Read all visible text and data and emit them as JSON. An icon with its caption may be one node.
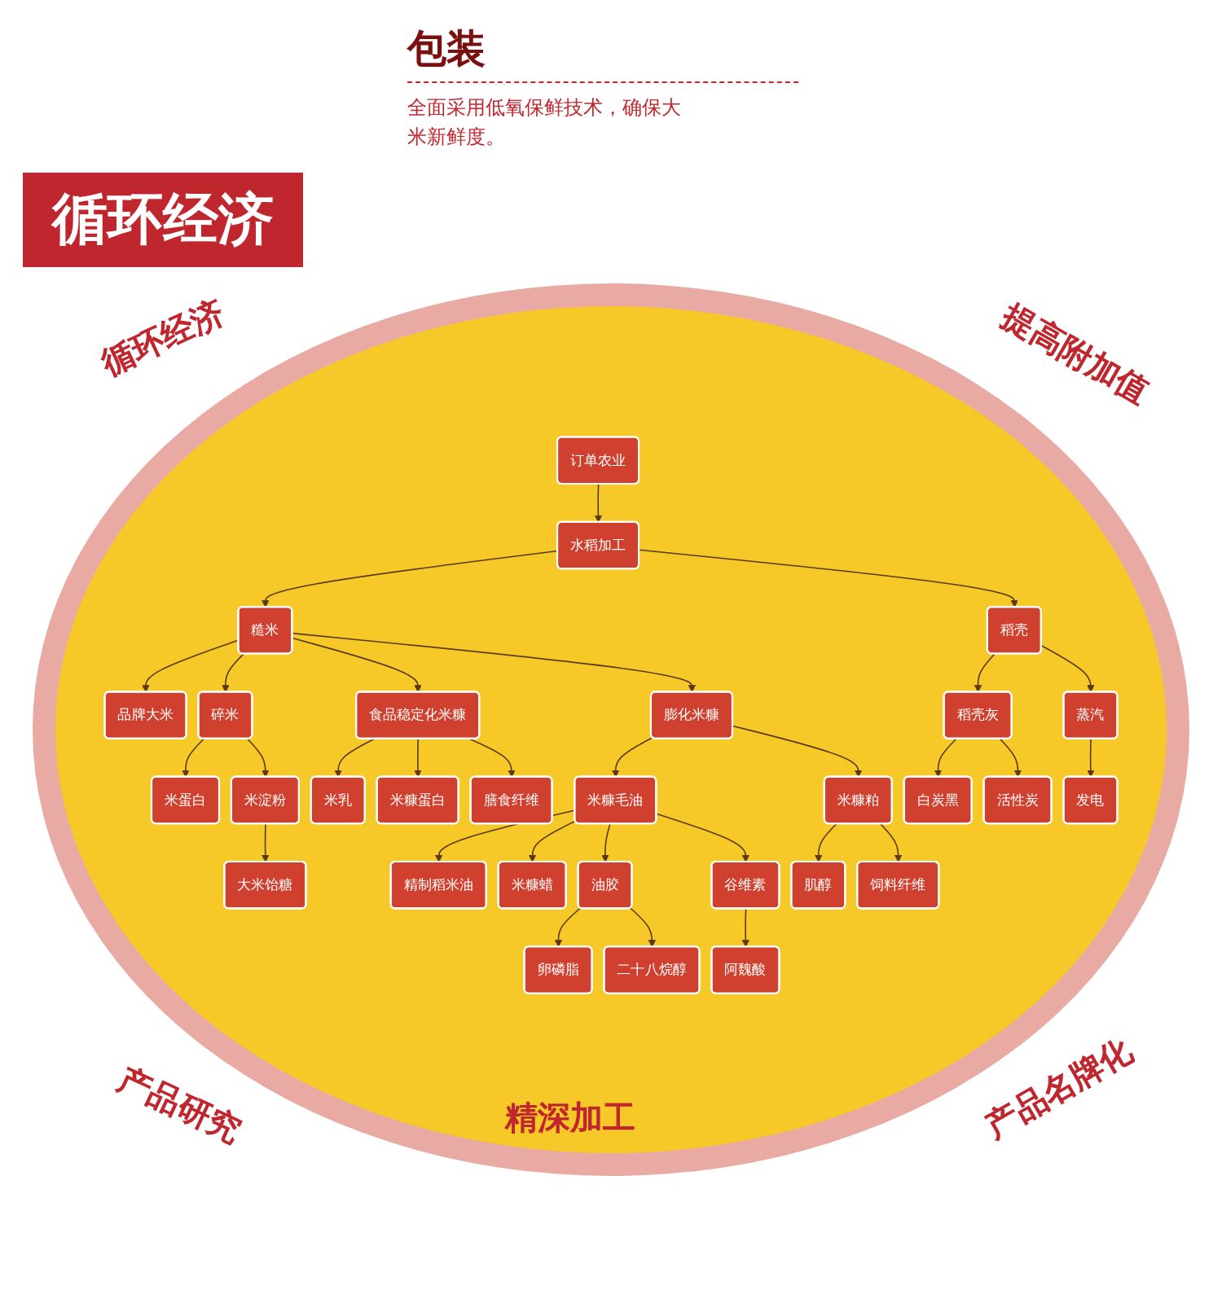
{
  "diagram": {
    "title": "循环经济",
    "nodes": [
      {
        "text": [
          "订单农业"
        ]
      },
      {
        "text": [
          "水稻加工"
        ]
      },
      {
        "text": [
          "糙米"
        ]
      },
      {
        "text": [
          "稻壳"
        ]
      },
      {
        "text": [
          "品牌大米"
        ]
      },
      {
        "text": [
          "碎米"
        ]
      },
      {
        "text": [
          "食品稳定化米糠"
        ]
      },
      {
        "text": [
          "膨化米糠"
        ]
      },
      {
        "text": [
          "稻壳灰"
        ]
      },
      {
        "text": [
          "蒸汽"
        ]
      },
      {
        "text": [
          "米蛋白"
        ]
      },
      {
        "text": [
          "米淀粉"
        ]
      },
      {
        "text": [
          "米乳"
        ]
      },
      {
        "text": [
          "米糠蛋白"
        ]
      },
      {
        "text": [
          "膳食纤维"
        ]
      },
      {
        "text": [
          "米糠毛油"
        ]
      },
      {
        "text": [
          "米糠粕"
        ]
      },
      {
        "text": [
          "白炭黑"
        ]
      },
      {
        "text": [
          "活性炭"
        ]
      },
      {
        "text": [
          "发电"
        ]
      },
      {
        "text": [
          "大米饴糖"
        ]
      },
      {
        "text": [
          "精制稻米油"
        ]
      },
      {
        "text": [
          "肌醇"
        ]
      },
      {
        "text": [
          "饲料纤维"
        ]
      },
      {
        "text": [
          "米糠蜡"
        ]
      },
      {
        "text": [
          "油胶"
        ]
      },
      {
        "text": [
          "谷维素"
        ]
      },
      {
        "text": [
          "卵磷脂"
        ]
      },
      {
        "text": [
          "二十八烷醇"
        ]
      },
      {
        "text": [
          "阿魏酸"
        ]
      }
    ],
    "edges": [
      {
        "from": 0,
        "to": 1,
        "arrow": "to"
      },
      {
        "from": 1,
        "to": 2,
        "arrow": "to"
      },
      {
        "from": 1,
        "to": 3,
        "arrow": "to"
      },
      {
        "from": 2,
        "to": 4,
        "arrow": "to"
      },
      {
        "from": 2,
        "to": 5,
        "arrow": "to"
      },
      {
        "from": 2,
        "to": 6,
        "arrow": "to"
      },
      {
        "from": 2,
        "to": 7,
        "arrow": "to"
      },
      {
        "from": 3,
        "to": 8,
        "arrow": "to"
      },
      {
        "from": 3,
        "to": 9,
        "arrow": "to"
      },
      {
        "from": 5,
        "to": 10,
        "arrow": "to"
      },
      {
        "from": 5,
        "to": 11,
        "arrow": "to"
      },
      {
        "from": 6,
        "to": 12,
        "arrow": "to"
      },
      {
        "from": 6,
        "to": 13,
        "arrow": "to"
      },
      {
        "from": 6,
        "to": 14,
        "arrow": "to"
      },
      {
        "from": 7,
        "to": 15,
        "arrow": "to"
      },
      {
        "from": 7,
        "to": 16,
        "arrow": "to"
      },
      {
        "from": 8,
        "to": 17,
        "arrow": "to"
      },
      {
        "from": 8,
        "to": 18,
        "arrow": "to"
      },
      {
        "from": 9,
        "to": 19,
        "arrow": "to"
      },
      {
        "from": 11,
        "to": 20,
        "arrow": "to"
      },
      {
        "from": 15,
        "to": 21,
        "arrow": "to"
      },
      {
        "from": 15,
        "to": 24,
        "arrow": "to"
      },
      {
        "from": 15,
        "to": 25,
        "arrow": "to"
      },
      {
        "from": 15,
        "to": 26,
        "arrow": "to"
      },
      {
        "from": 16,
        "to": 22,
        "arrow": "to"
      },
      {
        "from": 16,
        "to": 23,
        "arrow": "to"
      },
      {
        "from": 25,
        "to": 27,
        "arrow": "to"
      },
      {
        "from": 25,
        "to": 28,
        "arrow": "to"
      },
      {
        "from": 26,
        "to": 29,
        "arrow": "to"
      }
    ],
    "labels": [
      "包装",
      "全面采用低氧保鲜技术，确保大米新鲜度。",
      "循环经济",
      "提高附加值",
      "产品研究",
      "精深加工",
      "产品名牌化"
    ]
  }
}
